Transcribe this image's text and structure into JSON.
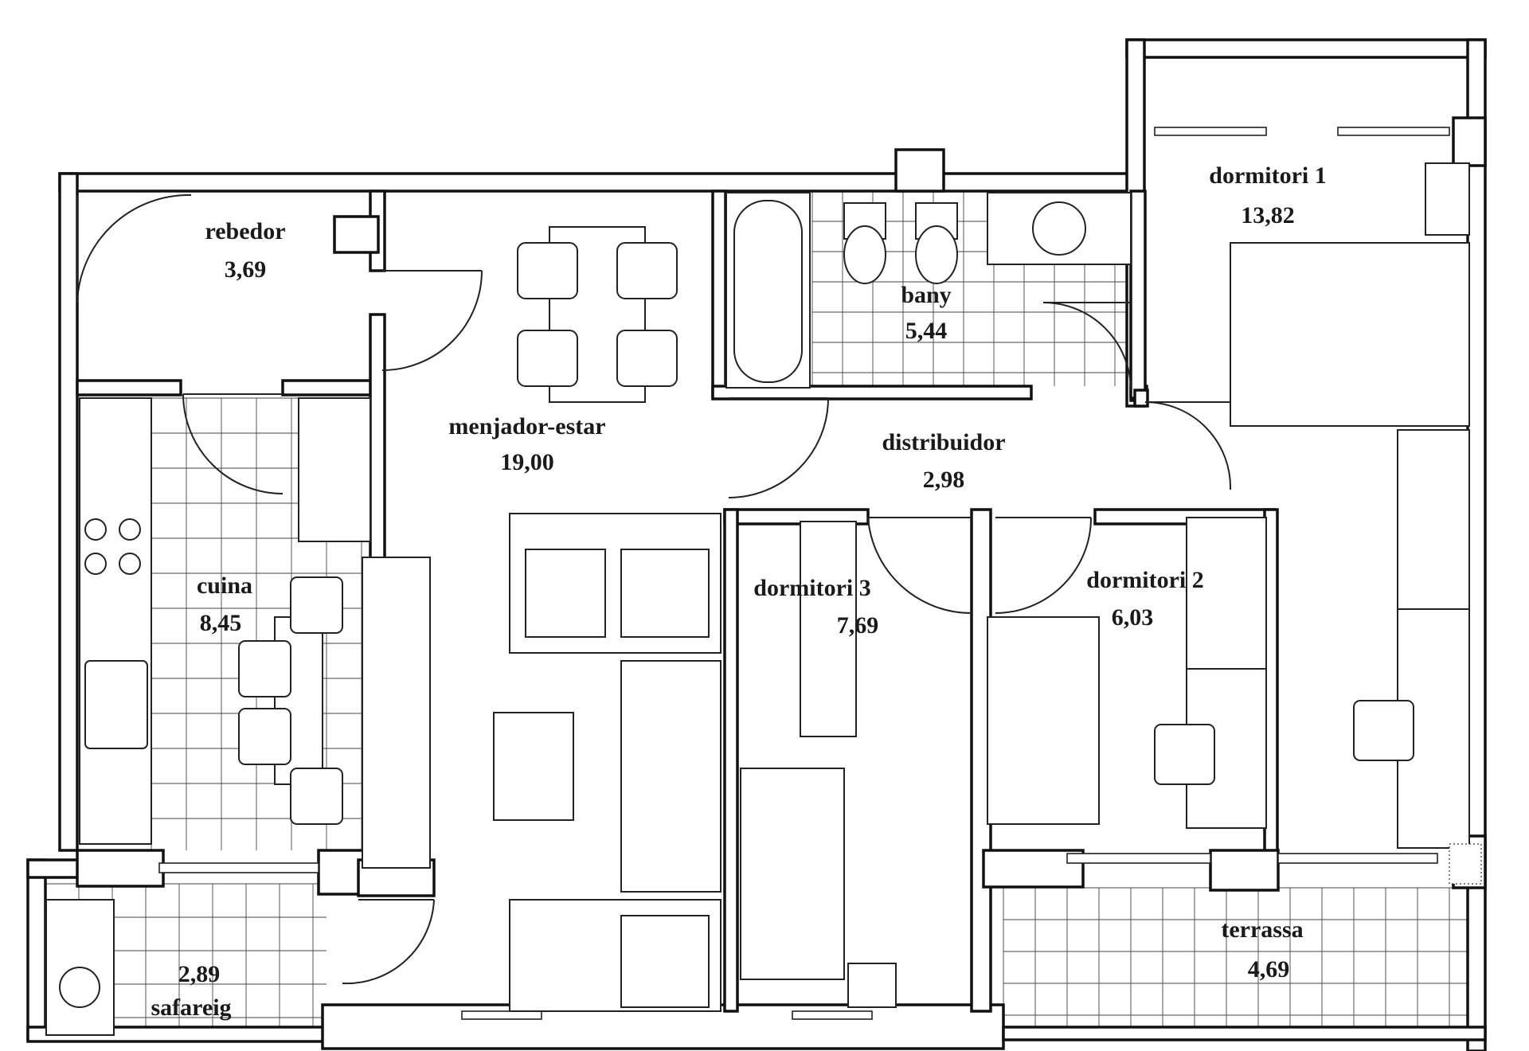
{
  "rooms": {
    "rebedor": {
      "name": "rebedor",
      "area": "3,69"
    },
    "cuina": {
      "name": "cuina",
      "area": "8,45"
    },
    "menjador": {
      "name": "menjador-estar",
      "area": "19,00"
    },
    "bany": {
      "name": "bany",
      "area": "5,44"
    },
    "distribuidor": {
      "name": "distribuidor",
      "area": "2,98"
    },
    "dormitori1": {
      "name": "dormitori 1",
      "area": "13,82"
    },
    "dormitori2": {
      "name": "dormitori 2",
      "area": "6,03"
    },
    "dormitori3": {
      "name": "dormitori 3",
      "area": "7,69"
    },
    "terrassa": {
      "name": "terrassa",
      "area": "4,69"
    },
    "safareig": {
      "name": "safareig",
      "area": "2,89"
    }
  }
}
